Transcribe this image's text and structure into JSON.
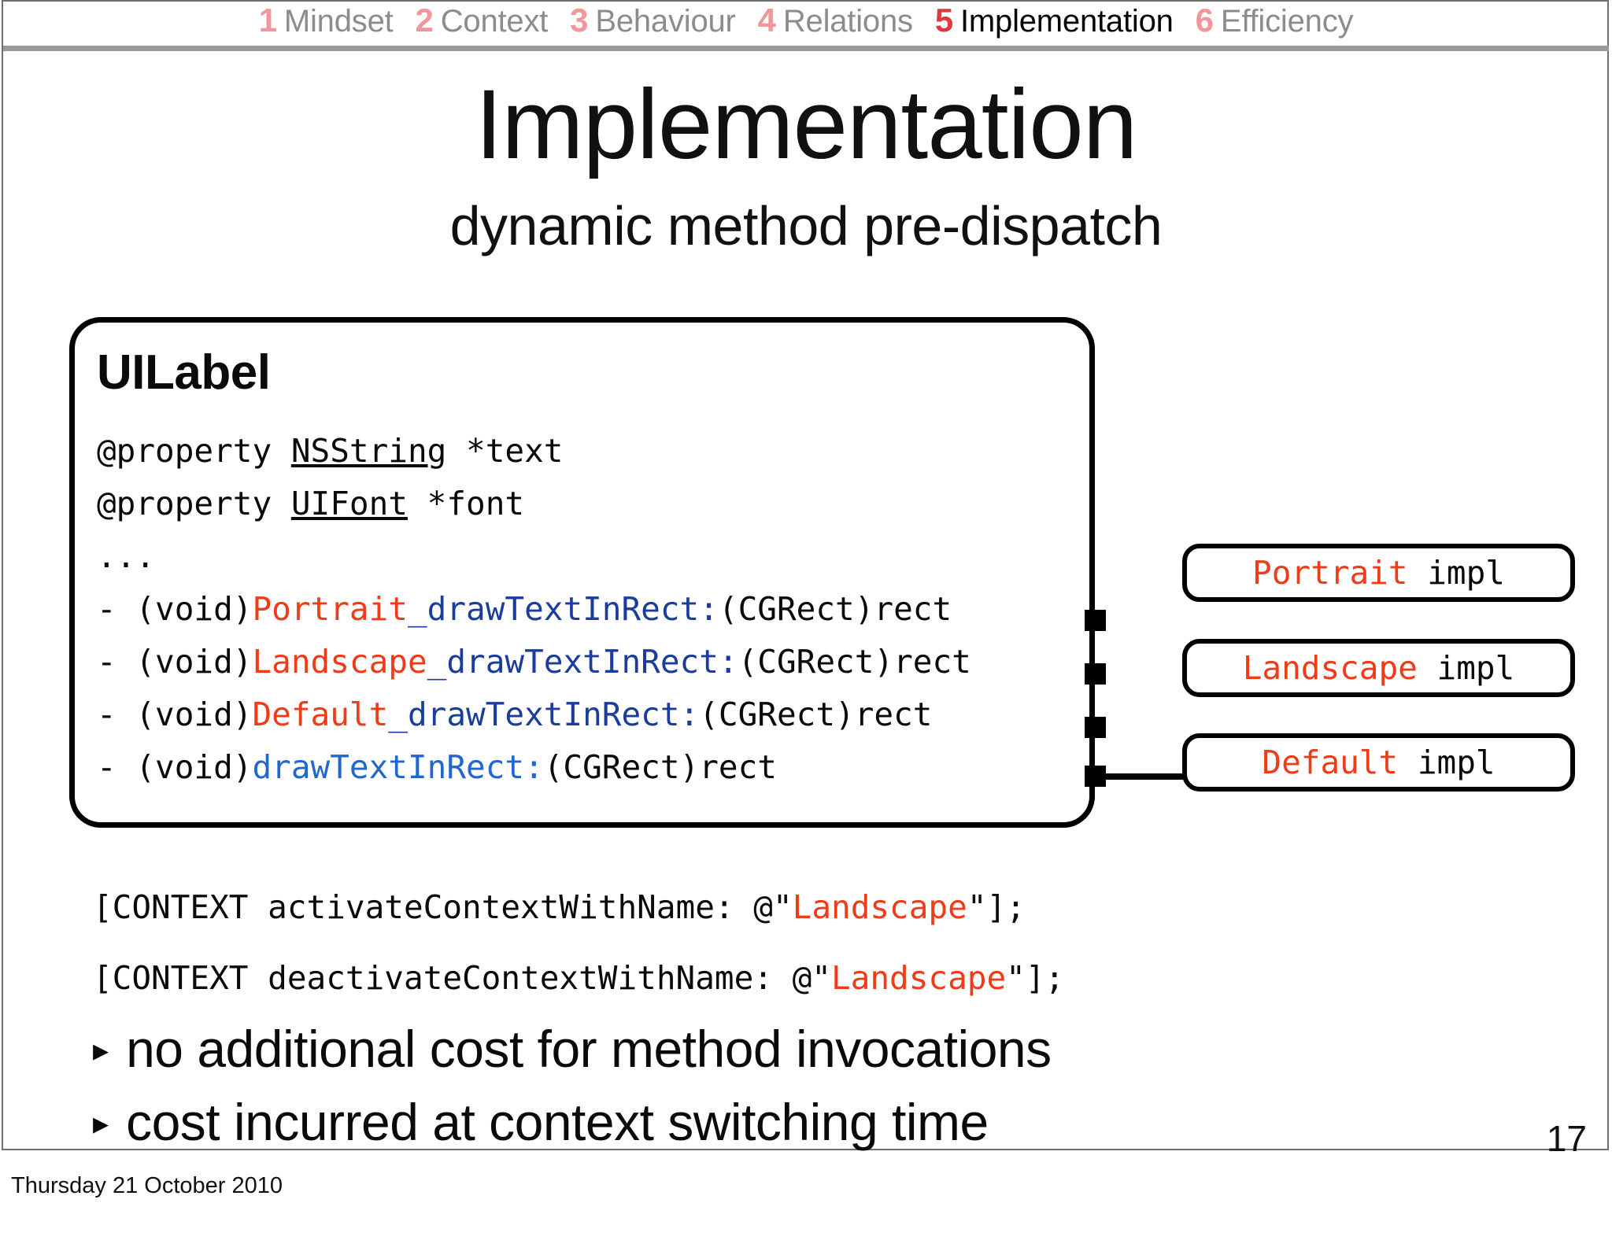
{
  "topnav": {
    "items": [
      {
        "num": "1",
        "label": "Mindset",
        "active": false
      },
      {
        "num": "2",
        "label": "Context",
        "active": false
      },
      {
        "num": "3",
        "label": "Behaviour",
        "active": false
      },
      {
        "num": "4",
        "label": "Relations",
        "active": false
      },
      {
        "num": "5",
        "label": "Implementation",
        "active": true
      },
      {
        "num": "6",
        "label": "Efficiency",
        "active": false
      }
    ],
    "colors": {
      "inactive_num": "#f2969c",
      "inactive_label": "#8c8c8c",
      "active_num": "#e03a3e",
      "active_label": "#050505",
      "rule": "#9a9a9a"
    }
  },
  "title": "Implementation",
  "subtitle": "dynamic method pre-dispatch",
  "class_box": {
    "class_name": "UILabel",
    "lines": [
      {
        "id": "prop-text",
        "parts": [
          {
            "t": "@property ",
            "style": "plain"
          },
          {
            "t": "NSString",
            "style": "underline"
          },
          {
            "t": " *text",
            "style": "plain"
          }
        ]
      },
      {
        "id": "prop-font",
        "parts": [
          {
            "t": "@property ",
            "style": "plain"
          },
          {
            "t": "UIFont",
            "style": "underline"
          },
          {
            "t": " *font",
            "style": "plain"
          }
        ]
      },
      {
        "id": "ellipsis",
        "parts": [
          {
            "t": "...",
            "style": "plain"
          }
        ]
      },
      {
        "id": "method-portrait",
        "parts": [
          {
            "t": "- (void)",
            "style": "plain"
          },
          {
            "t": "Portrait",
            "style": "red"
          },
          {
            "t": "_drawTextInRect:",
            "style": "blue-dark"
          },
          {
            "t": "(CGRect)rect",
            "style": "plain"
          }
        ]
      },
      {
        "id": "method-landscape",
        "parts": [
          {
            "t": "- (void)",
            "style": "plain"
          },
          {
            "t": "Landscape",
            "style": "red"
          },
          {
            "t": "_drawTextInRect:",
            "style": "blue-dark"
          },
          {
            "t": "(CGRect)rect",
            "style": "plain"
          }
        ]
      },
      {
        "id": "method-default",
        "parts": [
          {
            "t": "- (void)",
            "style": "plain"
          },
          {
            "t": "Default",
            "style": "red"
          },
          {
            "t": "_drawTextInRect:",
            "style": "blue-dark"
          },
          {
            "t": "(CGRect)rect",
            "style": "plain"
          }
        ]
      },
      {
        "id": "method-base",
        "parts": [
          {
            "t": "- (void)",
            "style": "plain"
          },
          {
            "t": "drawTextInRect:",
            "style": "blue-bright"
          },
          {
            "t": "(CGRect)rect",
            "style": "plain"
          }
        ]
      }
    ]
  },
  "impl_boxes": [
    {
      "id": "portrait-impl",
      "prefix": "Portrait",
      "suffix": " impl"
    },
    {
      "id": "landscape-impl",
      "prefix": "Landscape",
      "suffix": " impl"
    },
    {
      "id": "default-impl",
      "prefix": "Default",
      "suffix": " impl"
    }
  ],
  "context_lines": [
    {
      "id": "activate",
      "parts": [
        {
          "t": "[CONTEXT activateContextWithName: @\"",
          "style": "plain"
        },
        {
          "t": "Landscape",
          "style": "red"
        },
        {
          "t": "\"];",
          "style": "plain"
        }
      ]
    },
    {
      "id": "deactivate",
      "parts": [
        {
          "t": "[CONTEXT deactivateContextWithName: @\"",
          "style": "plain"
        },
        {
          "t": "Landscape",
          "style": "red"
        },
        {
          "t": "\"];",
          "style": "plain"
        }
      ]
    }
  ],
  "bullets": {
    "marker": "▸",
    "items": [
      "no additional cost for method invocations",
      "cost incurred at context switching time"
    ]
  },
  "page_number": "17",
  "footer_date": "Thursday 21 October 2010",
  "accent_colors": {
    "red": "#ee3b18",
    "blue_dark": "#1a3c9c",
    "blue_bright": "#2267cc",
    "black": "#000000"
  }
}
